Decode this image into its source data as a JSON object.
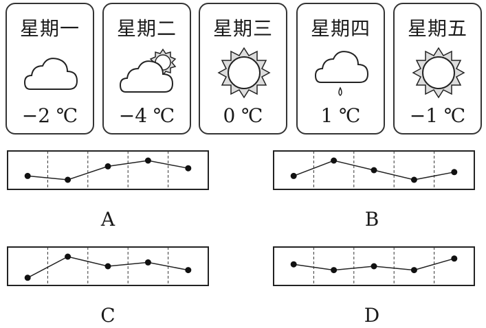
{
  "days": [
    {
      "name": "星期一",
      "temp": "−2 ℃",
      "weather": "cloud-icon"
    },
    {
      "name": "星期二",
      "temp": "−4 ℃",
      "weather": "cloud-sun-icon"
    },
    {
      "name": "星期三",
      "temp": "0 ℃",
      "weather": "sun-icon"
    },
    {
      "name": "星期四",
      "temp": "1 ℃",
      "weather": "rain-icon"
    },
    {
      "name": "星期五",
      "temp": "−1 ℃",
      "weather": "sun-icon"
    }
  ],
  "options": [
    {
      "label": "A",
      "levels": [
        0.35,
        0.25,
        0.6,
        0.75,
        0.55
      ]
    },
    {
      "label": "B",
      "levels": [
        0.35,
        0.75,
        0.5,
        0.25,
        0.45
      ]
    },
    {
      "label": "C",
      "levels": [
        0.2,
        0.75,
        0.5,
        0.6,
        0.4
      ]
    },
    {
      "label": "D",
      "levels": [
        0.55,
        0.4,
        0.5,
        0.4,
        0.7
      ]
    }
  ]
}
